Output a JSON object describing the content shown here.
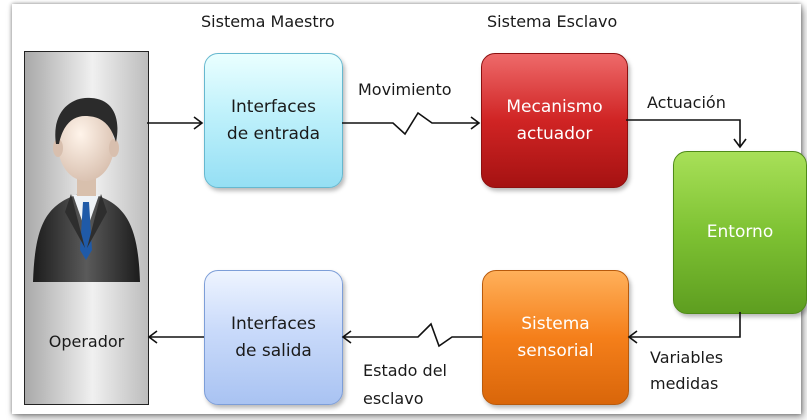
{
  "headings": {
    "master": "Sistema Maestro",
    "slave": "Sistema Esclavo"
  },
  "operator": {
    "label": "Operador"
  },
  "blocks": {
    "entrada": "Interfaces\nde entrada",
    "salida": "Interfaces\nde salida",
    "mecanismo": "Mecanismo\nactuador",
    "sensorial": "Sistema\nsensorial",
    "entorno": "Entorno"
  },
  "edges": {
    "movimiento": "Movimiento",
    "actuacion": "Actuación",
    "variables_1": "Variables",
    "variables_2": "medidas",
    "estado_1": "Estado del",
    "estado_2": "esclavo"
  },
  "colors": {
    "entrada": "#bff1fb",
    "salida": "#c9dafa",
    "mecanismo": "#d02424",
    "sensorial": "#f57f1a",
    "entorno": "#7ec233"
  }
}
